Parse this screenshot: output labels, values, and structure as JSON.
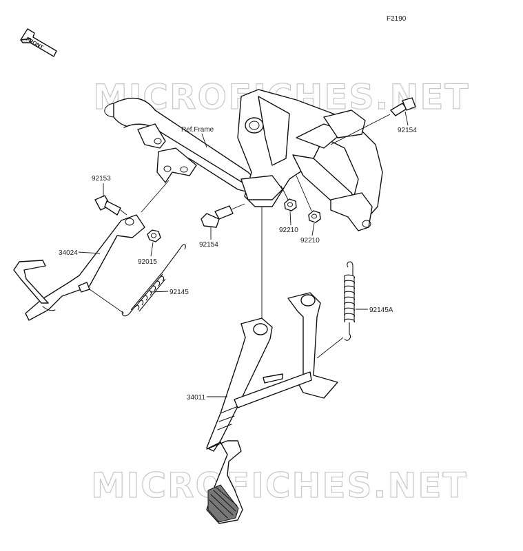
{
  "figure_code": "F2190",
  "front_label": "FRONT",
  "watermark": "MICROFICHES.NET",
  "ref_frame": "Ref.Frame",
  "parts": {
    "p92153": "92153",
    "p34024": "34024",
    "p92015": "92015",
    "p92145": "92145",
    "p92154_top": "92154",
    "p92154_mid": "92154",
    "p92210_a": "92210",
    "p92210_b": "92210",
    "p92145A": "92145A",
    "p34011": "34011"
  }
}
